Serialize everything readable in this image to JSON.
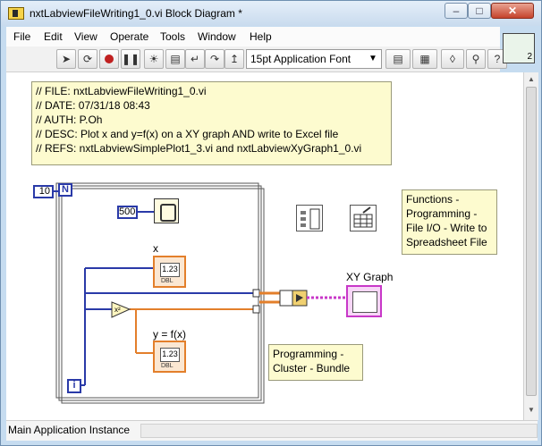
{
  "window": {
    "title": "nxtLabviewFileWriting1_0.vi Block Diagram *",
    "min_glyph": "–",
    "max_glyph": "□",
    "close_glyph": "✕"
  },
  "menu": [
    "File",
    "Edit",
    "View",
    "Operate",
    "Tools",
    "Window",
    "Help"
  ],
  "toolbar": {
    "font_value": "15pt Application Font",
    "font_arrow": "▼"
  },
  "vi_icon": {
    "number": "2"
  },
  "diagram": {
    "header_comment": "// FILE: nxtLabviewFileWriting1_0.vi\n// DATE: 07/31/18 08:43\n// AUTH: P.Oh\n// DESC: Plot x and y=f(x) on a XY graph AND write to Excel file\n// REFS: nxtLabviewSimplePlot1_3.vi and nxtLabviewXyGraph1_0.vi",
    "constant_count": "10",
    "constant_wait": "500",
    "loop_count_terminal": "N",
    "loop_iteration_terminal": "i",
    "indicator_x_label": "x",
    "indicator_y_label": "y = f(x)",
    "indicator_value_text": "1.23",
    "indicator_type_text": "DBL",
    "graph_label": "XY Graph",
    "functions_note": "Functions - Programming - File I/O - Write to Spreadsheet File",
    "bundle_note": "Programming - Cluster - Bundle"
  },
  "status": {
    "instance": "Main Application Instance"
  },
  "colors": {
    "numeric_wire": "#2a3aa8",
    "double_wire": "#e37f2b",
    "cluster_wire": "#c838c8",
    "comment_bg": "#fdfbcf"
  }
}
